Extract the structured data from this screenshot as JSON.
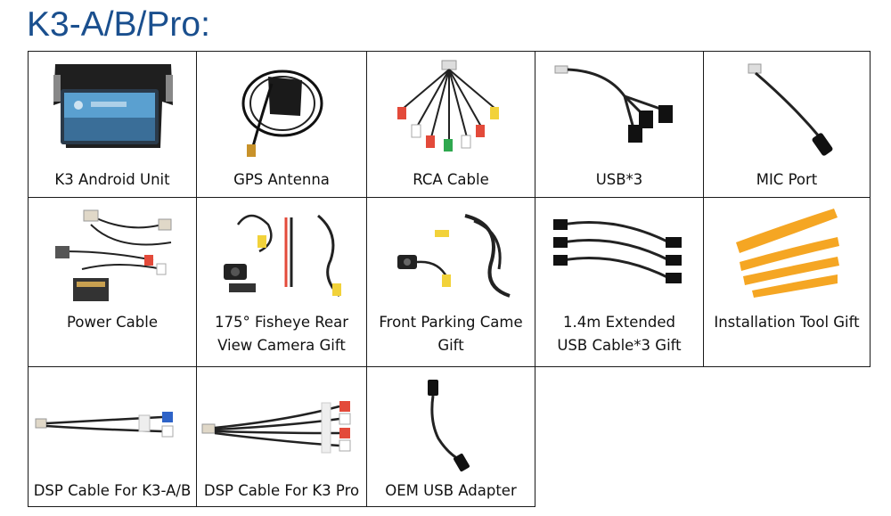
{
  "header": {
    "title": "K3-A/B/Pro:"
  },
  "items": [
    {
      "line1": "K3 Android Unit",
      "icon": "android-unit-icon"
    },
    {
      "line1": "GPS Antenna",
      "icon": "gps-antenna-icon"
    },
    {
      "line1": "RCA Cable",
      "icon": "rca-cable-icon"
    },
    {
      "line1": "USB*3",
      "icon": "usb-cable-icon"
    },
    {
      "line1": "MIC Port",
      "icon": "mic-port-icon"
    },
    {
      "line1": "Power Cable",
      "icon": "power-cable-icon"
    },
    {
      "line1": "175° Fisheye Rear",
      "line2": "View Camera Gift",
      "icon": "rear-camera-icon"
    },
    {
      "line1": "Front Parking Came",
      "line2": "Gift",
      "icon": "front-camera-icon"
    },
    {
      "line1": "1.4m Extended",
      "line2": "USB Cable*3 Gift",
      "icon": "usb-extension-icon"
    },
    {
      "line1": "Installation Tool Gift",
      "icon": "pry-tools-icon"
    },
    {
      "line1": "DSP Cable For K3-A/B",
      "icon": "dsp-cable-icon"
    },
    {
      "line1": "DSP Cable For K3 Pro",
      "icon": "dsp-cable-pro-icon"
    },
    {
      "line1": "OEM USB Adapter",
      "icon": "oem-usb-adapter-icon"
    }
  ],
  "colors": {
    "title": "#1a4f8e",
    "border": "#1a1a1a",
    "tool_orange": "#f5a623"
  }
}
